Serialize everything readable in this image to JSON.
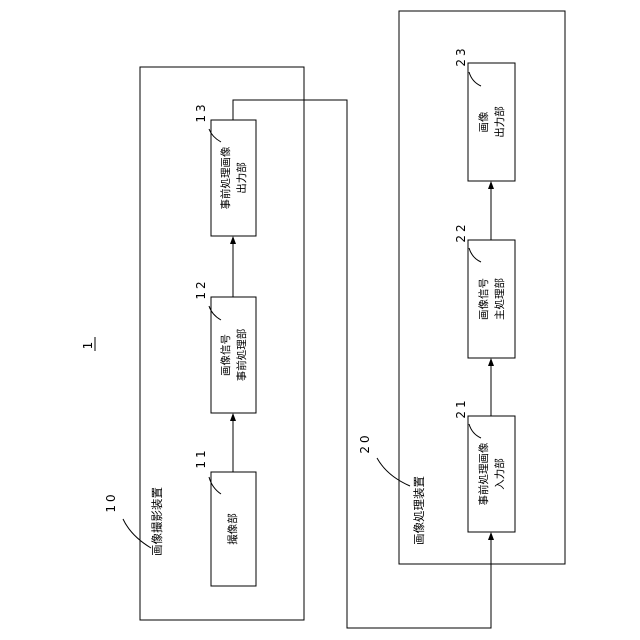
{
  "figure_label": "1",
  "imaging_device": {
    "ref": "10",
    "title": "画像撮影装置",
    "blocks": [
      {
        "ref": "11",
        "lines": [
          "撮像部"
        ]
      },
      {
        "ref": "12",
        "lines": [
          "画像信号",
          "事前処理部"
        ]
      },
      {
        "ref": "13",
        "lines": [
          "事前処理画像",
          "出力部"
        ]
      }
    ]
  },
  "processing_device": {
    "ref": "20",
    "title": "画像処理装置",
    "blocks": [
      {
        "ref": "21",
        "lines": [
          "事前処理画像",
          "入力部"
        ]
      },
      {
        "ref": "22",
        "lines": [
          "画像信号",
          "主処理部"
        ]
      },
      {
        "ref": "23",
        "lines": [
          "画像",
          "出力部"
        ]
      }
    ]
  }
}
